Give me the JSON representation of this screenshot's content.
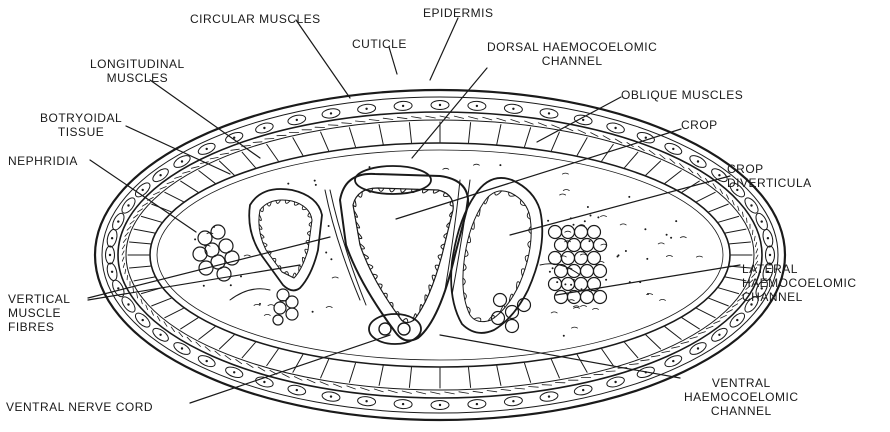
{
  "labels": {
    "circular_muscles": "CIRCULAR MUSCLES",
    "epidermis": "EPIDERMIS",
    "cuticle": "CUTICLE",
    "dorsal_channel": "DORSAL HAEMOCOELOMIC\nCHANNEL",
    "longitudinal_muscles": "LONGITUDINAL\nMUSCLES",
    "oblique_muscles": "OBLIQUE MUSCLES",
    "botryoidal_tissue": "BOTRYOIDAL\nTISSUE",
    "crop": "CROP",
    "nephridia": "NEPHRIDIA",
    "crop_diverticula": "CROP\nDIVERTICULA",
    "lateral_channel": "LATERAL\nHAEMOCOELOMIC\nCHANNEL",
    "vertical_fibres": "VERTICAL\nMUSCLE\nFIBRES",
    "ventral_nerve_cord": "VENTRAL NERVE CORD",
    "ventral_channel": "VENTRAL\nHAEMOCOELOMIC\nCHANNEL"
  },
  "colors": {
    "ink": "#1a1a1a",
    "paper": "#ffffff"
  }
}
